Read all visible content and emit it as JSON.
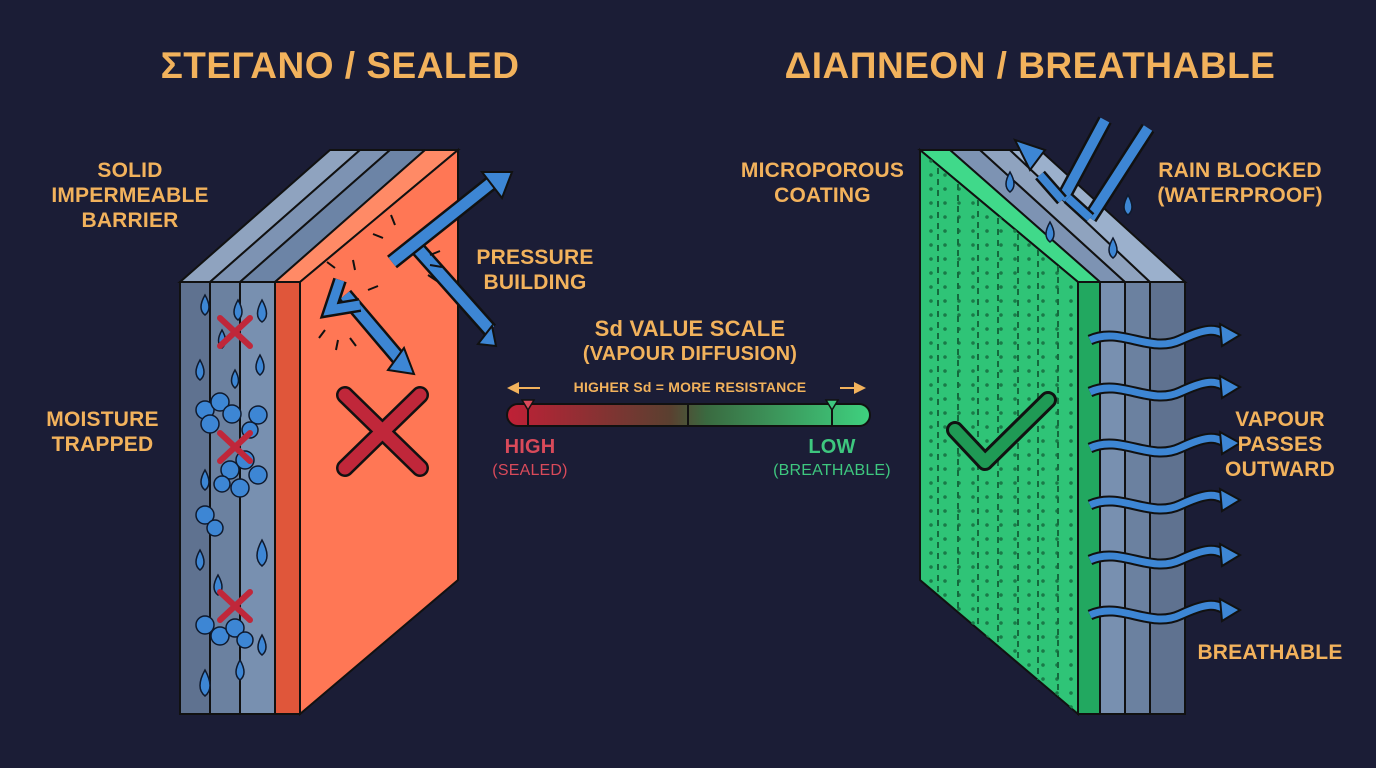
{
  "left_panel": {
    "title": "ΣΤΕΓΑΝΟ / SEALED",
    "labels": {
      "barrier": "SOLID\nIMPERMEABLE\nBARRIER",
      "moisture": "MOISTURE\nTRAPPED",
      "pressure": "PRESSURE\nBUILDING"
    },
    "status_icon": "cross-icon"
  },
  "right_panel": {
    "title": "ΔΙΑΠΝΕΟΝ / BREATHABLE",
    "labels": {
      "coating": "MICROPOROUS\nCOATING",
      "rain": "RAIN BLOCKED\n(WATERPROOF)",
      "vapour": "VAPOUR\nPASSES\nOUTWARD",
      "breathable": "BREATHABLE"
    },
    "status_icon": "check-icon"
  },
  "scale": {
    "title": "Sd VALUE SCALE",
    "subtitle": "(VAPOUR DIFFUSION)",
    "arrow_text": "HIGHER Sd = MORE RESISTANCE",
    "high_label": "HIGH",
    "high_sub": "(SEALED)",
    "low_label": "LOW",
    "low_sub": "(BREATHABLE)"
  },
  "colors": {
    "background": "#1b1d36",
    "label": "#f2b25c",
    "sealed": "#ff7755",
    "breathable": "#2fc477",
    "arrow": "#3d86d4",
    "high": "#d94a5a",
    "low": "#3ec77f"
  }
}
